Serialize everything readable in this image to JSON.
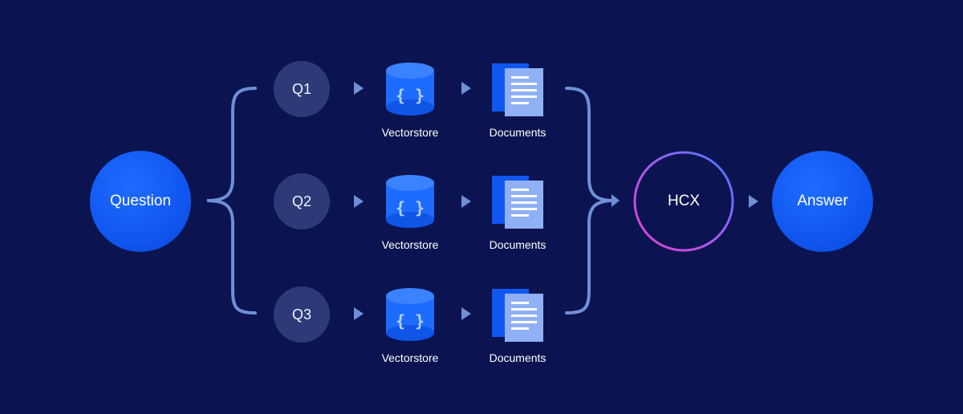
{
  "diagram": {
    "question_label": "Question",
    "hcx_label": "HCX",
    "answer_label": "Answer",
    "rows": [
      {
        "query_label": "Q1",
        "store_label": "Vectorstore",
        "docs_label": "Documents"
      },
      {
        "query_label": "Q2",
        "store_label": "Vectorstore",
        "docs_label": "Documents"
      },
      {
        "query_label": "Q3",
        "store_label": "Vectorstore",
        "docs_label": "Documents"
      }
    ],
    "icons": {
      "database": "database-icon",
      "document": "document-stack-icon",
      "arrow": "play-arrow-icon"
    }
  },
  "colors": {
    "background": "#0b1450",
    "node_blue": "#1057f0",
    "query_node": "#2d3a78",
    "connector": "#6f8fd6",
    "hcx_ring_start": "#e43fd0",
    "hcx_ring_end": "#3e7bff"
  }
}
